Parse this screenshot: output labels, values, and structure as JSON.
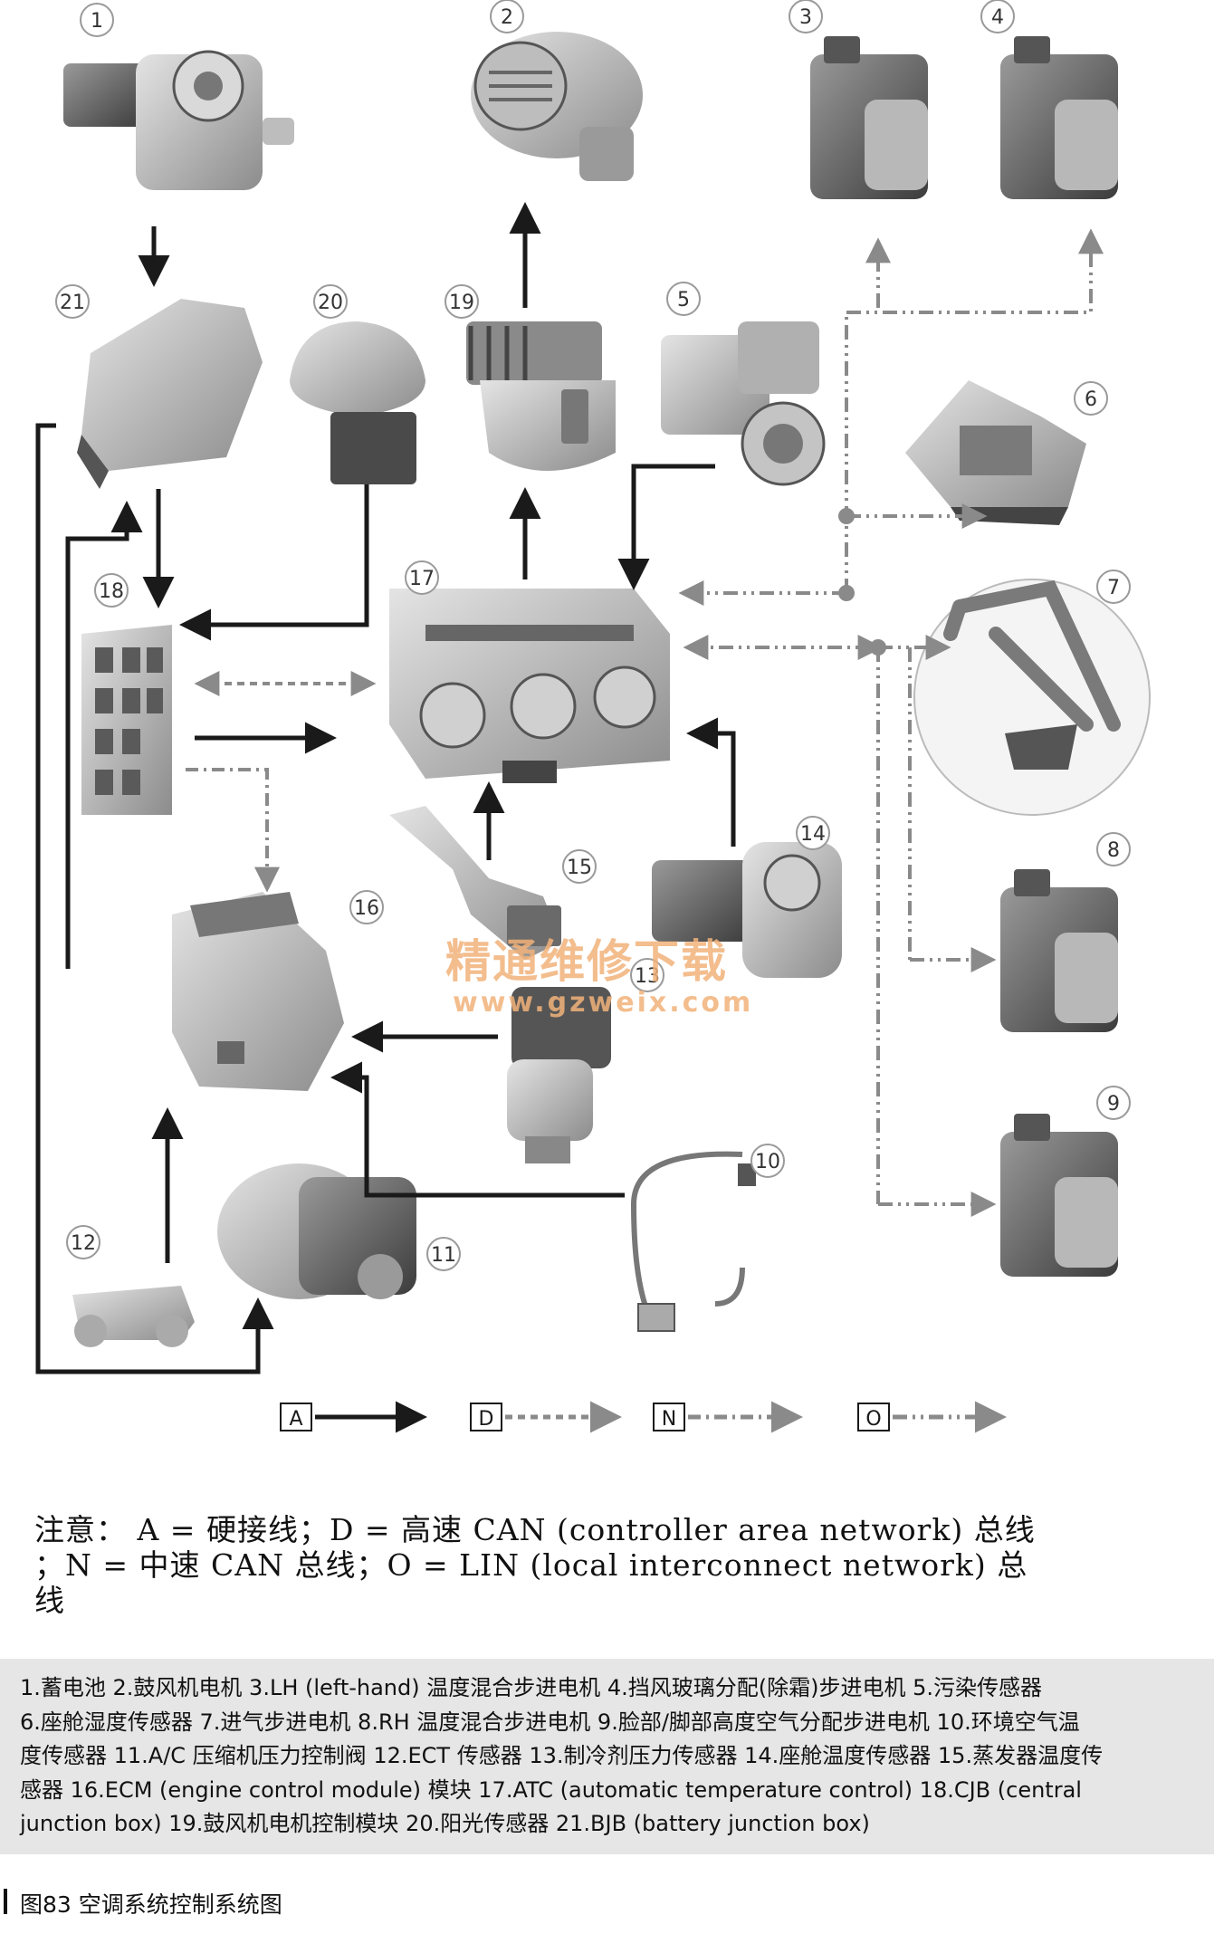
{
  "component_numbers": [
    "1",
    "2",
    "3",
    "4",
    "5",
    "6",
    "7",
    "8",
    "9",
    "10",
    "11",
    "12",
    "13",
    "14",
    "15",
    "16",
    "17",
    "18",
    "19",
    "20",
    "21"
  ],
  "legend": {
    "items": [
      {
        "key": "A",
        "style": "solid"
      },
      {
        "key": "D",
        "style": "dotted"
      },
      {
        "key": "N",
        "style": "dashdot"
      },
      {
        "key": "O",
        "style": "dashdotdot"
      }
    ]
  },
  "note": {
    "line1": "注意：  A = 硬接线；D = 高速 CAN (controller area network) 总线",
    "line2": "；N = 中速 CAN 总线；O = LIN (local interconnect network) 总",
    "line3": "线"
  },
  "caption": {
    "line1": "1.蓄电池 2.鼓风机电机 3.LH (left-hand) 温度混合步进电机 4.挡风玻璃分配(除霜)步进电机 5.污染传感器",
    "line2": "6.座舱湿度传感器 7.进气步进电机 8.RH 温度混合步进电机 9.脸部/脚部高度空气分配步进电机 10.环境空气温",
    "line3": "度传感器 11.A/C 压缩机压力控制阀 12.ECT 传感器 13.制冷剂压力传感器 14.座舱温度传感器 15.蒸发器温度传",
    "line4": "感器 16.ECM (engine control module) 模块 17.ATC (automatic temperature control) 18.CJB (central",
    "line5": "junction box) 19.鼓风机电机控制模块 20.阳光传感器 21.BJB (battery junction box)"
  },
  "figure_title": "图83  空调系统控制系统图",
  "watermark": {
    "cn": "精通维修下载",
    "url": "www.gzweix.com"
  },
  "colors": {
    "ink": "#1a1a1a",
    "component_fill": "#c8c8c8",
    "component_dark": "#6e6e6e",
    "can_line": "#8a8a8a",
    "watermark": "#f2b27a",
    "caption_bg": "#e6e6e6"
  }
}
